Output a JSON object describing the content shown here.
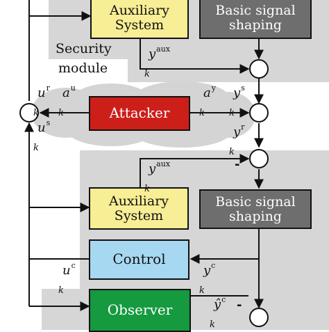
{
  "diagram": {
    "top_aux_system": [
      "Auxiliary",
      "System"
    ],
    "top_basic_signal_shaping": [
      "Basic signal",
      "shaping"
    ],
    "security_module": [
      "Security",
      "module"
    ],
    "attacker": "Attacker",
    "bottom_aux_system": [
      "Auxiliary",
      "System"
    ],
    "bottom_basic_signal_shaping": [
      "Basic signal",
      "shaping"
    ],
    "control": "Control",
    "observer": "Observer",
    "signals": {
      "y_aux_top": {
        "base": "y",
        "sup": "aux",
        "sub": "k"
      },
      "u_r": {
        "base": "u",
        "sup": "r",
        "sub": "k"
      },
      "a_u": {
        "base": "a",
        "sup": "u",
        "sub": "k"
      },
      "a_y": {
        "base": "a",
        "sup": "y",
        "sub": "k"
      },
      "y_s": {
        "base": "y",
        "sup": "s",
        "sub": "k"
      },
      "u_s": {
        "base": "u",
        "sup": "s",
        "sub": "k"
      },
      "y_r": {
        "base": "y",
        "sup": "r",
        "sub": "k"
      },
      "y_aux_bottom": {
        "base": "y",
        "sup": "aux",
        "sub": "k"
      },
      "u_c": {
        "base": "u",
        "sup": "c",
        "sub": "k"
      },
      "y_c": {
        "base": "y",
        "sup": "c",
        "sub": "k"
      },
      "yhat_c": {
        "base": "ŷ",
        "sup": "c",
        "sub": "k"
      }
    },
    "minus_sign": "-"
  },
  "colors": {
    "auxiliary": "#f7ee95",
    "basic_signal_shaping": "#6e6e6e",
    "attacker": "#cc1f1a",
    "control": "#a6d8f2",
    "observer": "#159a3f",
    "background_region": "#d6d6d6"
  }
}
